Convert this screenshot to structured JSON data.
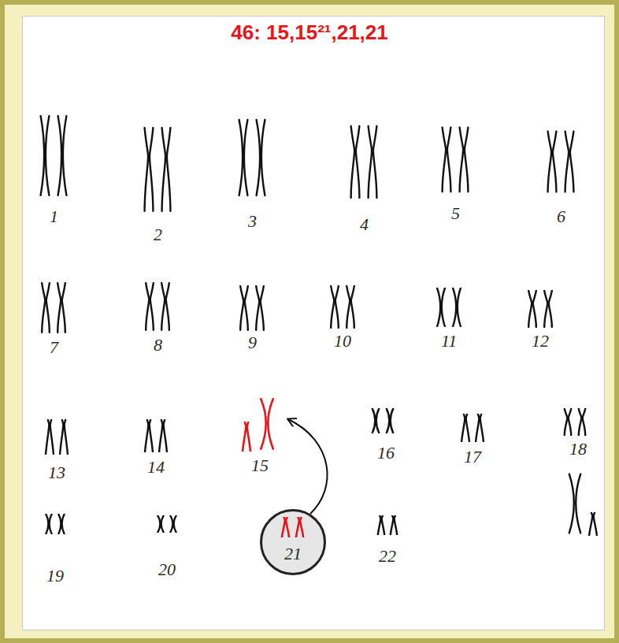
{
  "diagram": {
    "title": "46: 15,15²¹,21,21",
    "nodes": [
      {
        "text": [
          "21"
        ]
      }
    ],
    "labels": [
      "1",
      "2",
      "3",
      "4",
      "5",
      "6",
      "7",
      "8",
      "9",
      "10",
      "11",
      "12",
      "13",
      "14",
      "15",
      "16",
      "17",
      "18",
      "19",
      "20",
      "22"
    ]
  }
}
